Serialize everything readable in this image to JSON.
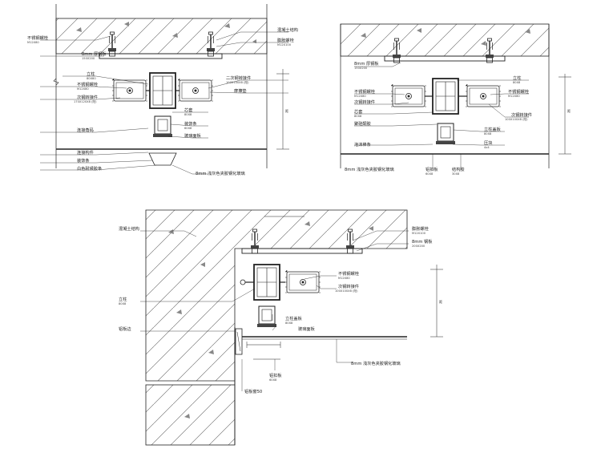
{
  "drawing": {
    "a": {
      "labels_left": [
        {
          "text": "不锈钢螺栓",
          "sub": "M12X80"
        },
        {
          "text": "8mm 厚钢板",
          "sub": "150X200"
        },
        {
          "text": "立柱",
          "sub": "80X80"
        },
        {
          "text": "不锈钢螺栓",
          "sub": "M12X80"
        },
        {
          "text": "次钢转接件",
          "sub": "170X120X8 (阳)"
        },
        {
          "text": "连接角码"
        },
        {
          "text": "连接构件"
        },
        {
          "text": "装饰条"
        },
        {
          "text": "白色耐候胶条"
        }
      ],
      "labels_right": [
        {
          "text": "混凝土结构"
        },
        {
          "text": "膨胀螺栓",
          "sub": "M12X100"
        },
        {
          "text": "二次钢转接件",
          "sub": "100X100X8 (阳)"
        },
        {
          "text": "摩擦垫"
        },
        {
          "text": "芯套",
          "sub": "80X8"
        },
        {
          "text": "装饰条",
          "sub": "60X8"
        },
        {
          "text": "玻璃面板"
        }
      ],
      "bottom": "8mm 浅灰色夹胶钢化玻璃",
      "dim": "距"
    },
    "b": {
      "labels_left": [
        {
          "text": "8mm 厚钢板",
          "sub": "150X200"
        },
        {
          "text": "不锈钢螺栓",
          "sub": "M12X80"
        },
        {
          "text": "次钢转接件"
        },
        {
          "text": "芯套",
          "sub": "80X8"
        },
        {
          "text": "聚硅酮胶"
        },
        {
          "text": "泡沫棒条"
        }
      ],
      "labels_right": [
        {
          "text": "立柱",
          "sub": "80X8"
        },
        {
          "text": "不锈钢螺栓",
          "sub": "M12X80"
        },
        {
          "text": "次钢转接件",
          "sub": "100X100X8 (阳)"
        },
        {
          "text": "立柱盖板",
          "sub": "80X8"
        },
        {
          "text": "压块",
          "sub": "4x4"
        }
      ],
      "bottom": [
        {
          "text": "8mm 浅灰色夹胶钢化玻璃"
        },
        {
          "text": "铝扣板",
          "sub": "60X8"
        },
        {
          "text": "结构胶",
          "sub": "30X8"
        }
      ],
      "dim": "距"
    },
    "c": {
      "labels_left": [
        {
          "text": "混凝土结构"
        },
        {
          "text": "立柱",
          "sub": "80X8"
        },
        {
          "text": "铝板边"
        }
      ],
      "labels_right": [
        {
          "text": "膨胀螺栓",
          "sub": "M12X100"
        },
        {
          "text": "8mm 钢板",
          "sub": "200X200"
        },
        {
          "text": "不锈钢螺栓",
          "sub": "M12X80"
        },
        {
          "text": "次钢转接件",
          "sub": "100X100X8 (阳)"
        },
        {
          "text": "立柱盖板",
          "sub": "80X8"
        },
        {
          "text": "玻璃面板"
        }
      ],
      "bottom": [
        {
          "text": "8mm 浅灰色夹胶钢化玻璃"
        },
        {
          "text": "铝扣板",
          "sub": "60X8"
        },
        {
          "text": "铝板窗50"
        }
      ],
      "dim": "距"
    }
  },
  "colors": {
    "line": "#222222",
    "hatch": "#555555",
    "paper": "#ffffff"
  }
}
